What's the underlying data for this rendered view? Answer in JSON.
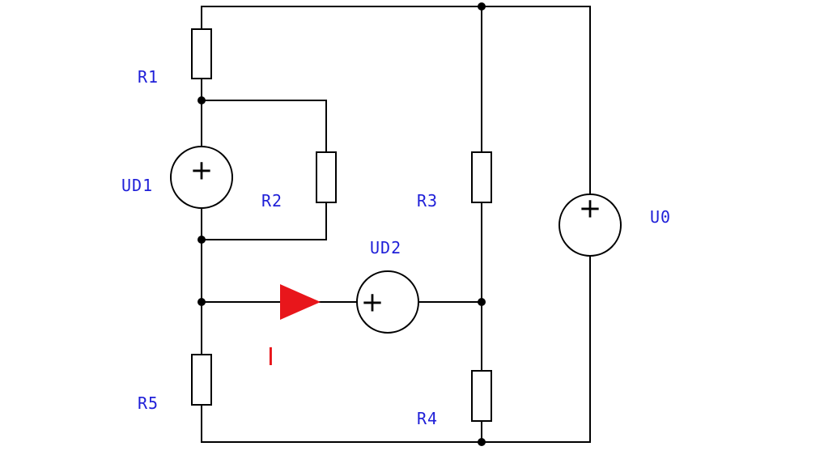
{
  "colors": {
    "wire": "#000000",
    "label": "#1f1fd8",
    "current": "#e8161b"
  },
  "labels": {
    "r1": "R1",
    "r2": "R2",
    "r3": "R3",
    "r4": "R4",
    "r5": "R5",
    "ud1": "UD1",
    "ud2": "UD2",
    "u0": "U0",
    "current": "I"
  },
  "source_symbol": "+"
}
